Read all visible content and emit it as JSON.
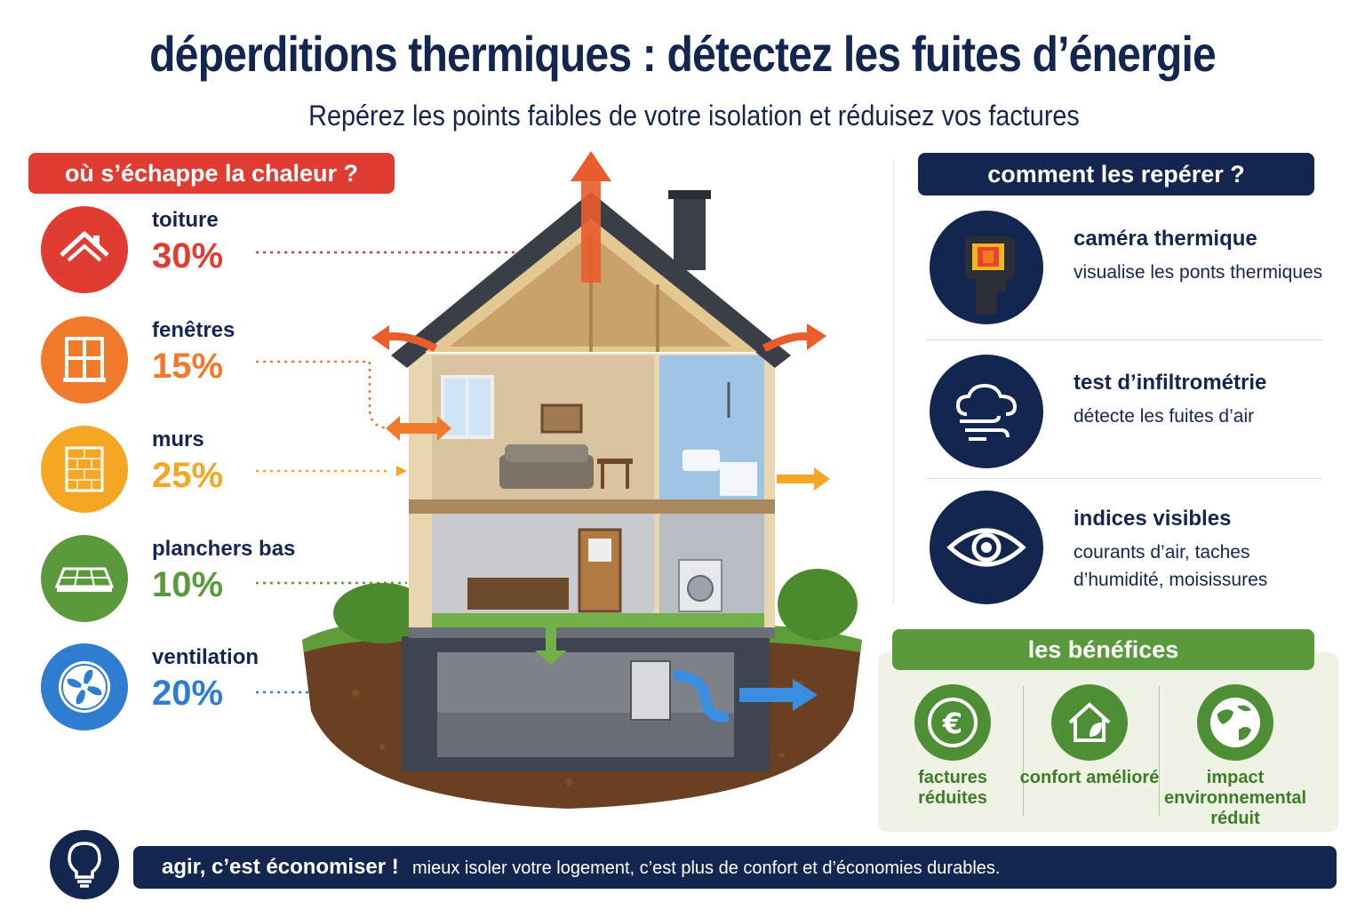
{
  "header": {
    "title": "déperditions thermiques : détectez les fuites d’énergie",
    "subtitle": "Repérez les points faibles de votre isolation et réduisez vos factures"
  },
  "losses": {
    "heading": "où s’échappe la chaleur ?",
    "items": [
      {
        "label": "toiture",
        "value": "30%",
        "color": "#e03c31",
        "icon": "roof-icon"
      },
      {
        "label": "fenêtres",
        "value": "15%",
        "color": "#f07a2a",
        "icon": "window-icon"
      },
      {
        "label": "murs",
        "value": "25%",
        "color": "#f5a623",
        "icon": "brick-wall-icon"
      },
      {
        "label": "planchers bas",
        "value": "10%",
        "color": "#5a9a3c",
        "icon": "floor-icon"
      },
      {
        "label": "ventilation",
        "value": "20%",
        "color": "#2f7dd1",
        "icon": "fan-icon"
      }
    ]
  },
  "detection": {
    "heading": "comment les repérer ?",
    "items": [
      {
        "title": "caméra thermique",
        "desc": "visualise les ponts thermiques",
        "icon": "thermal-camera-icon"
      },
      {
        "title": "test d’infiltrométrie",
        "desc": "détecte les fuites d’air",
        "icon": "cloud-wind-icon"
      },
      {
        "title": "indices visibles",
        "desc": "courants d’air, taches d’humidité, moisissures",
        "icon": "eye-icon"
      }
    ]
  },
  "benefits": {
    "heading": "les bénéfices",
    "items": [
      {
        "label": "factures réduites",
        "icon": "euro-icon"
      },
      {
        "label": "confort amélioré",
        "icon": "house-leaf-icon"
      },
      {
        "label": "impact environnemental réduit",
        "icon": "globe-leaf-icon"
      }
    ]
  },
  "footer": {
    "strong": "agir, c’est économiser !",
    "text": "mieux isoler votre logement, c’est plus de confort et d’économies durables.",
    "icon": "lightbulb-icon"
  },
  "colors": {
    "navy": "#13264f",
    "red": "#e03c31",
    "orange": "#f07a2a",
    "yellow": "#f5a623",
    "green": "#5a9a3c",
    "blue": "#2f7dd1"
  }
}
